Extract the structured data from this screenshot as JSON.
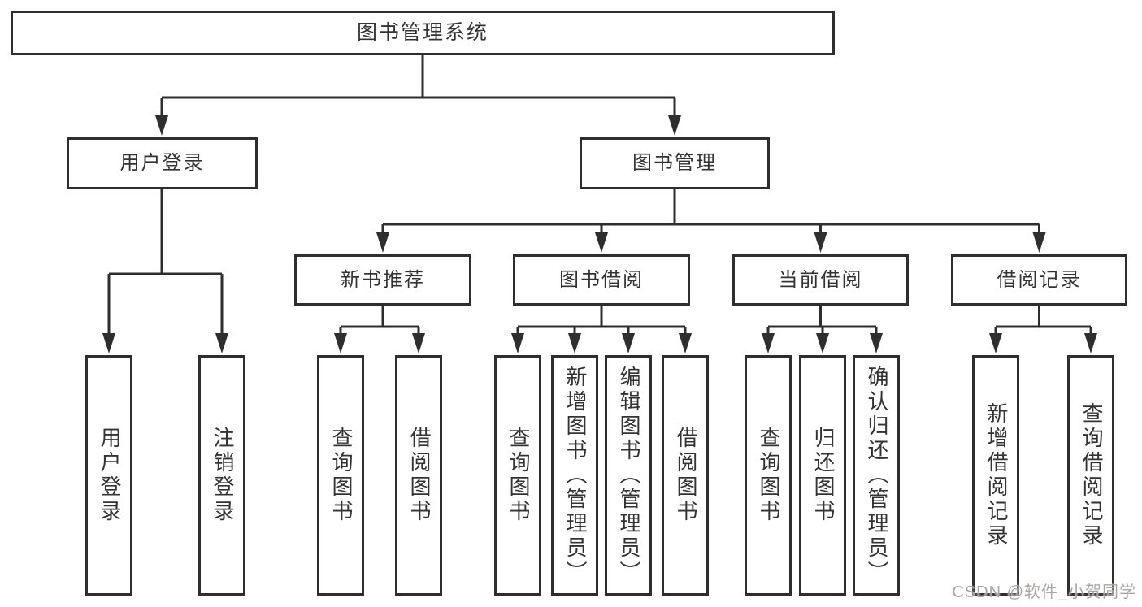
{
  "tree": {
    "label": "图书管理系统",
    "children": [
      {
        "label": "用户登录",
        "children": [
          {
            "label": "用户登录"
          },
          {
            "label": "注销登录"
          }
        ]
      },
      {
        "label": "图书管理",
        "children": [
          {
            "label": "新书推荐",
            "children": [
              {
                "label": "查询图书"
              },
              {
                "label": "借阅图书"
              }
            ]
          },
          {
            "label": "图书借阅",
            "children": [
              {
                "label": "查询图书"
              },
              {
                "label": "新增图书（管理员）"
              },
              {
                "label": "编辑图书（管理员）"
              },
              {
                "label": "借阅图书"
              }
            ]
          },
          {
            "label": "当前借阅",
            "children": [
              {
                "label": "查询图书"
              },
              {
                "label": "归还图书"
              },
              {
                "label": "确认归还（管理员）"
              }
            ]
          },
          {
            "label": "借阅记录",
            "children": [
              {
                "label": "新增借阅记录"
              },
              {
                "label": "查询借阅记录"
              }
            ]
          }
        ]
      }
    ]
  },
  "watermark": "CSDN @软件_小贺同学",
  "colors": {
    "line": "#2e2e2e",
    "text": "#333333",
    "box_background": "#ffffff",
    "page_background": "#ffffff",
    "watermark": "#a89f9f"
  }
}
